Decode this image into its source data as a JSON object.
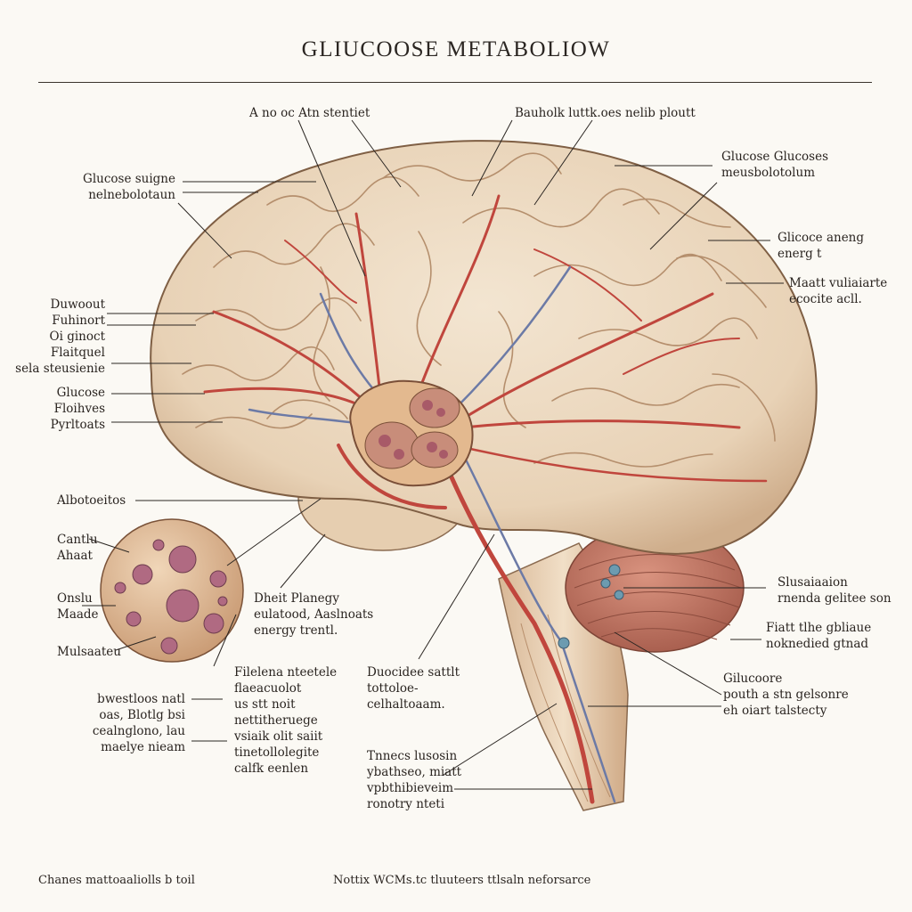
{
  "title": "GLIUCOOSE METABOLIOW",
  "labels": {
    "top_center": "A no oc Atn stentiet",
    "top_right": "Bauholk luttk.oes nelib ploutt",
    "left_glucose": [
      "Glucose suigne",
      "nelnebolotaun"
    ],
    "right_glucose": [
      "Glucose Glucoses",
      "meusbolotolum"
    ],
    "right_energy": [
      "Glicoce aneng",
      "energ t"
    ],
    "right_mat": [
      "Maatt vuliaiarte",
      "ecocite acll."
    ],
    "left_stack": [
      "Duwoout",
      "Fuhinort",
      "Oi ginoct",
      "Flaitquel",
      "sela steusienie"
    ],
    "left_stack2": [
      "Glucose",
      "Floihves",
      "Pyrltoats"
    ],
    "alb": "Albotoeitos",
    "cantu": [
      "Cantlu",
      "Ahaat"
    ],
    "onslu": [
      "Onslu",
      "Maade"
    ],
    "mulsa": "Mulsaateu",
    "brw": [
      "bwestloos natl",
      "oas, Blotlg bsi",
      "cealnglono, lau",
      "maelye nieam"
    ],
    "dhelt": [
      "Dheit Planegy",
      "eulatood, Aaslnoats",
      "energy trentl."
    ],
    "fileue": [
      "Filelena nteetele",
      "flaeacuolot",
      "us stt noit",
      "nettitheruege",
      "vsiaik olit saiit",
      "tinetollolegite",
      "calfk eenlen"
    ],
    "duco": [
      "Duocidee sattlt",
      "tottoloe-",
      "celhaltoaam."
    ],
    "tnec": [
      "Tnnecs lusosin",
      "ybathseo, miatt",
      "vpbthibieveim",
      "ronotry nteti"
    ],
    "slusa": [
      "Slusaiaaion",
      "rnenda gelitee son"
    ],
    "fiatt": [
      "Fiatt tlhe gbliaue",
      "noknedied gtnad"
    ],
    "glucore": [
      "Gilucoore",
      "pouth a stn gelsonre",
      "eh oiart talstecty"
    ]
  },
  "footer": {
    "left": "Chanes mattoaaliolls b toil",
    "center": "Nottix WCMs.tc tluuteers ttlsaln neforsarce"
  },
  "colors": {
    "tissue": "#ead7bf",
    "artery": "#c0463d",
    "vein": "#6c7aa6",
    "cerebellum": "#b96e5c",
    "cell": "#b06a82"
  }
}
